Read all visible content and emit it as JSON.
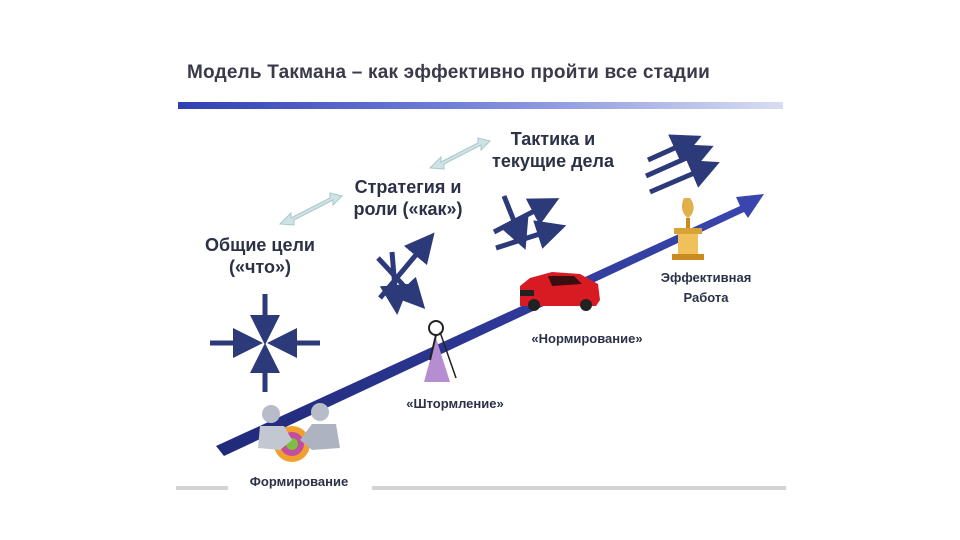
{
  "title": "Модель Такмана – как эффективно пройти все стадии",
  "labels": {
    "goals_line1": "Общие цели",
    "goals_line2": "(«что»)",
    "strategy_line1": "Стратегия и",
    "strategy_line2": "роли («как»)",
    "tactics_line1": "Тактика и",
    "tactics_line2": "текущие дела",
    "forming": "Формирование",
    "storming": "«Штормление»",
    "norming": "«Нормирование»",
    "performing_line1": "Эффективная",
    "performing_line2": "Работа"
  },
  "colors": {
    "main_arrow": "#2a2f86",
    "small_arrows": "#2c3a7a",
    "double_arrows": "#cfe3e6",
    "title_text": "#3a3a4a",
    "car": "#d81b22",
    "tent": "#b48ed0",
    "trophy": "#c98a1e"
  },
  "icons": [
    "handshake-icon",
    "climber-icon",
    "car-icon",
    "trophy-icon"
  ]
}
